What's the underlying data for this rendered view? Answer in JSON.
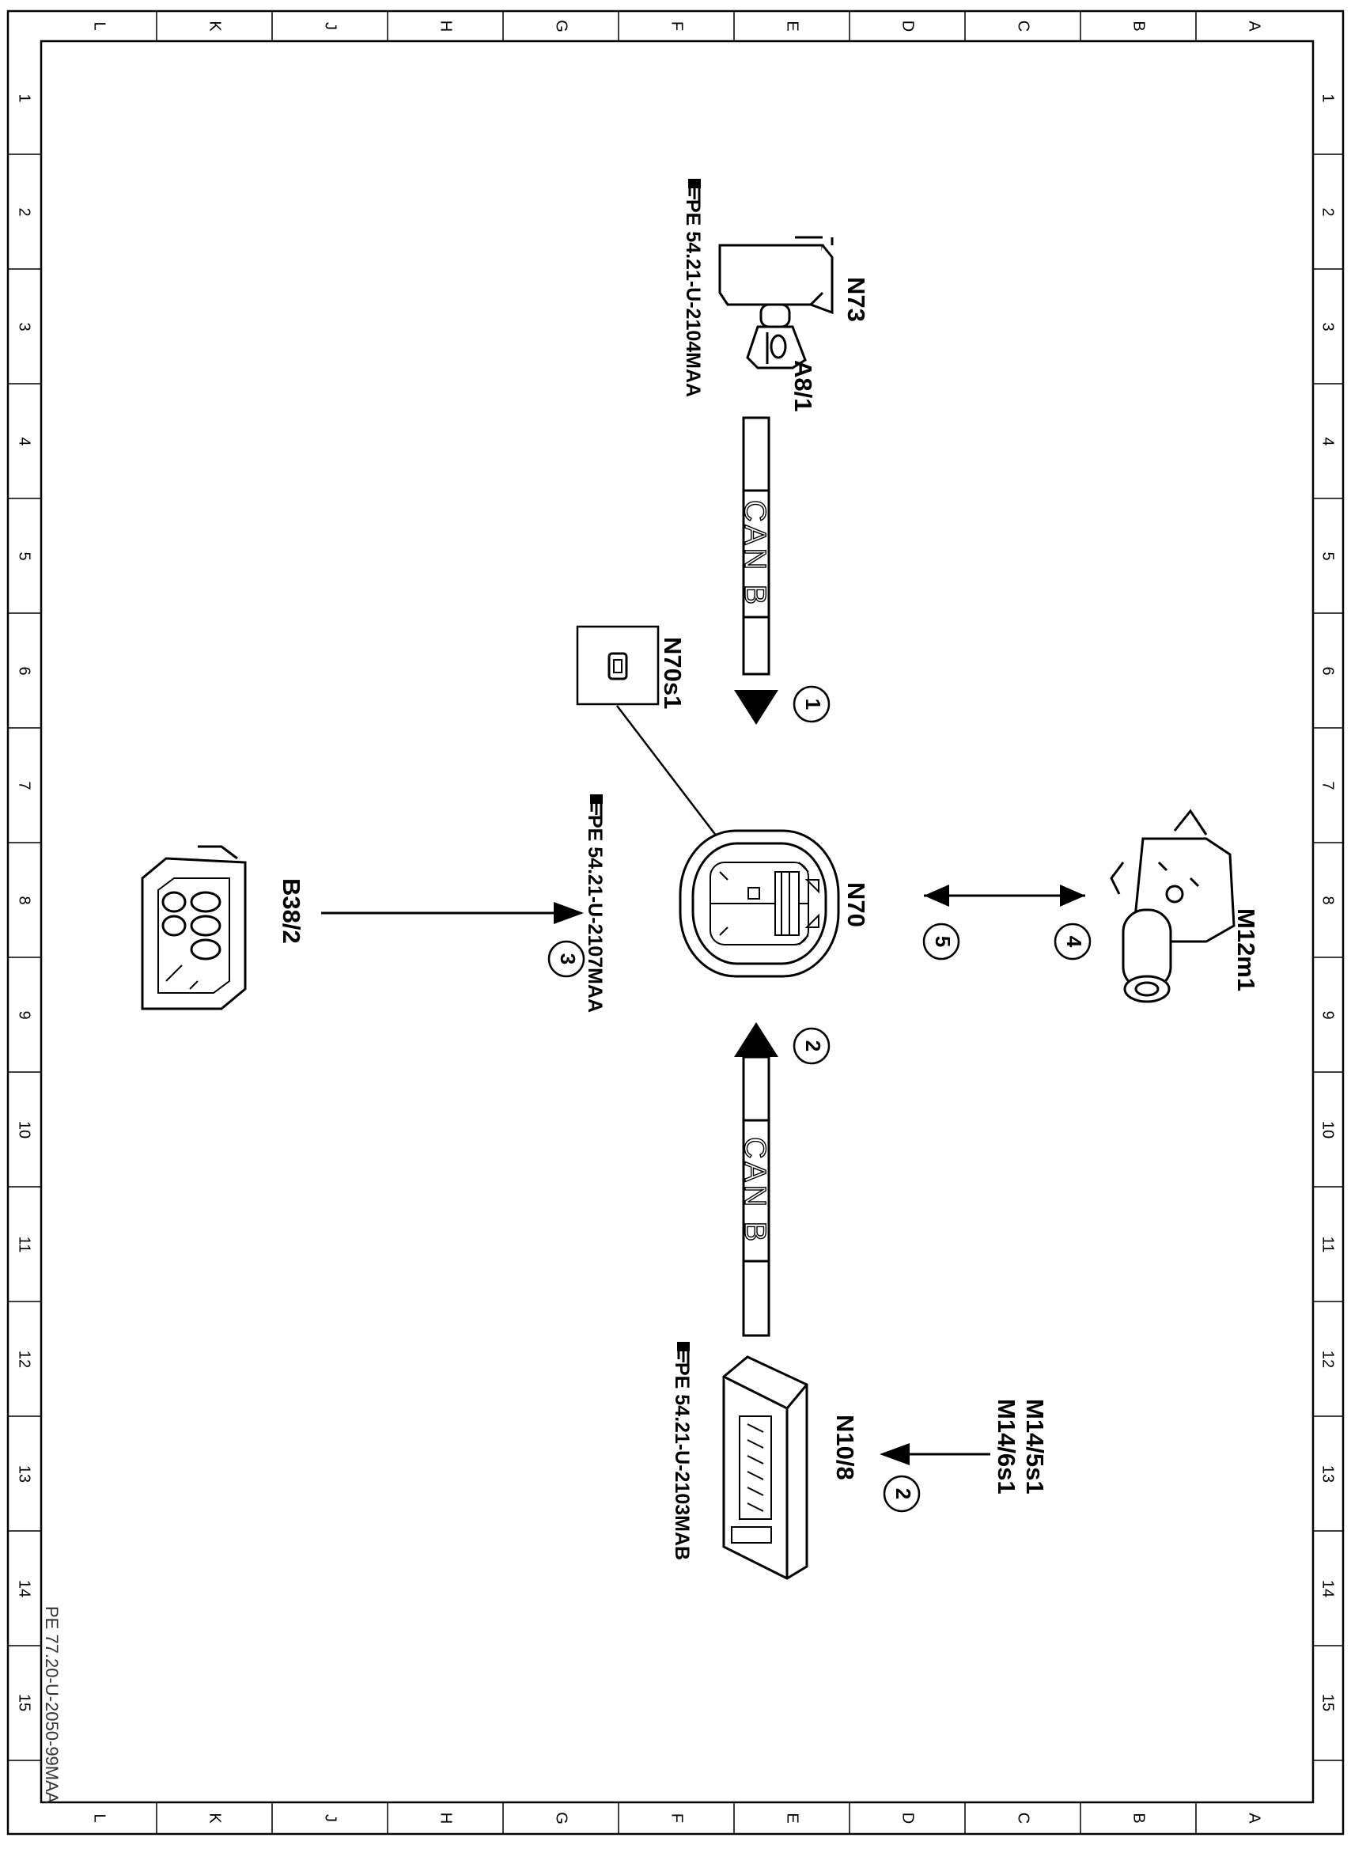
{
  "frame": {
    "col_letters": [
      "L",
      "K",
      "J",
      "H",
      "G",
      "F",
      "E",
      "D",
      "C",
      "B",
      "A"
    ],
    "row_numbers": [
      "1",
      "2",
      "3",
      "4",
      "5",
      "6",
      "7",
      "8",
      "9",
      "10",
      "11",
      "12",
      "13",
      "14",
      "15"
    ],
    "doc_id": "PE 77.20-U-2050-99MAA"
  },
  "components": {
    "n73": {
      "label": "N73",
      "sub": "A8/1",
      "ref": "PE 54.21-U-2104MAA"
    },
    "n70": {
      "label": "N70",
      "ref": "PE 54.21-U-2107MAA"
    },
    "n70s1": {
      "label": "N70s1"
    },
    "m12m1": {
      "label": "M12m1"
    },
    "b38": {
      "label": "B38/2"
    },
    "n10": {
      "label": "N10/8",
      "ref": "PE 54.21-U-2103MAB"
    },
    "m14": {
      "label1": "M14/5s1",
      "label2": "M14/6s1"
    }
  },
  "buses": {
    "top": "CAN B",
    "bottom": "CAN B"
  },
  "signals": [
    "1",
    "2",
    "3",
    "4",
    "5",
    "2"
  ]
}
